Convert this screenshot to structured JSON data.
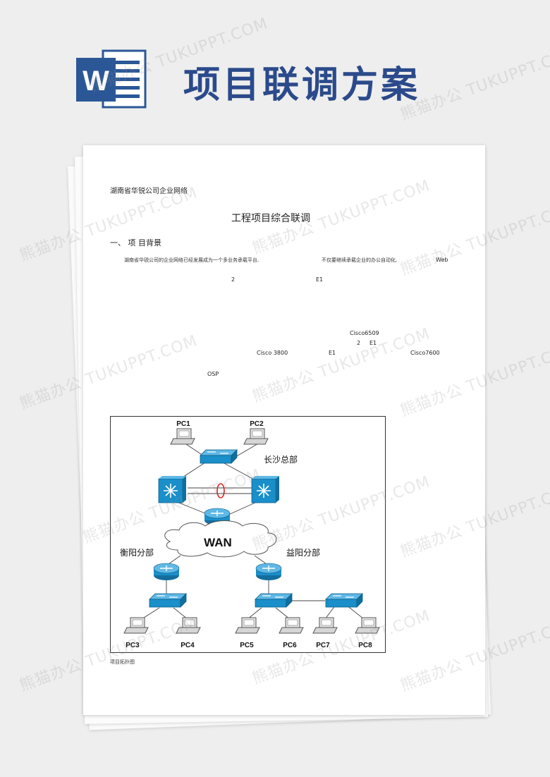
{
  "header": {
    "logo_letter": "W",
    "title": "项目联调方案"
  },
  "document": {
    "company": "湖南省华锐公司企业网络",
    "section_title": "工程项目综合联调",
    "section_head": "一、 项 目背景",
    "para_part1": "湖南省华锐公司的企业网络已经发展成为一个多业务承载平台,",
    "para_part2": "不仅要继续承载企业的办公自动化,",
    "fragments": {
      "web": "Web",
      "two_a": "2",
      "e1_a": "E1",
      "cisco6509": "Cisco6509",
      "two_b": "2",
      "e1_b": "E1",
      "cisco3800": "Cisco 3800",
      "e1_c": "E1",
      "cisco7600": "Cisco7600",
      "osp": "OSP"
    },
    "caption": "项目拓扑图"
  },
  "diagram": {
    "labels": {
      "pc1": "PC1",
      "pc2": "PC2",
      "pc3": "PC3",
      "pc4": "PC4",
      "pc5": "PC5",
      "pc6": "PC6",
      "pc7": "PC7",
      "pc8": "PC8",
      "hq": "长沙总部",
      "wan": "WAN",
      "hengyang": "衡阳分部",
      "yiyang": "益阳分部"
    }
  },
  "watermark": "熊猫办公 TUKUPPT.COM",
  "colors": {
    "title_blue": "#2b4a8b",
    "word_blue": "#2b5797",
    "device_blue": "#1a8fc9",
    "link_red": "#e02020"
  }
}
